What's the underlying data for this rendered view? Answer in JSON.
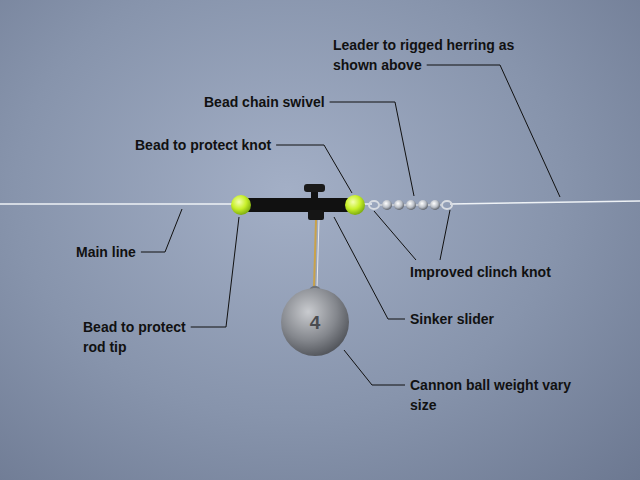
{
  "diagram": {
    "labels": [
      "Leader to rigged herring as shown above",
      "Bead chain swivel",
      "Bead to protect knot",
      "Main line",
      "Improved clinch knot",
      "Bead to protect rod tip",
      "Sinker slider",
      "Cannon ball weight vary size",
      "4"
    ]
  }
}
